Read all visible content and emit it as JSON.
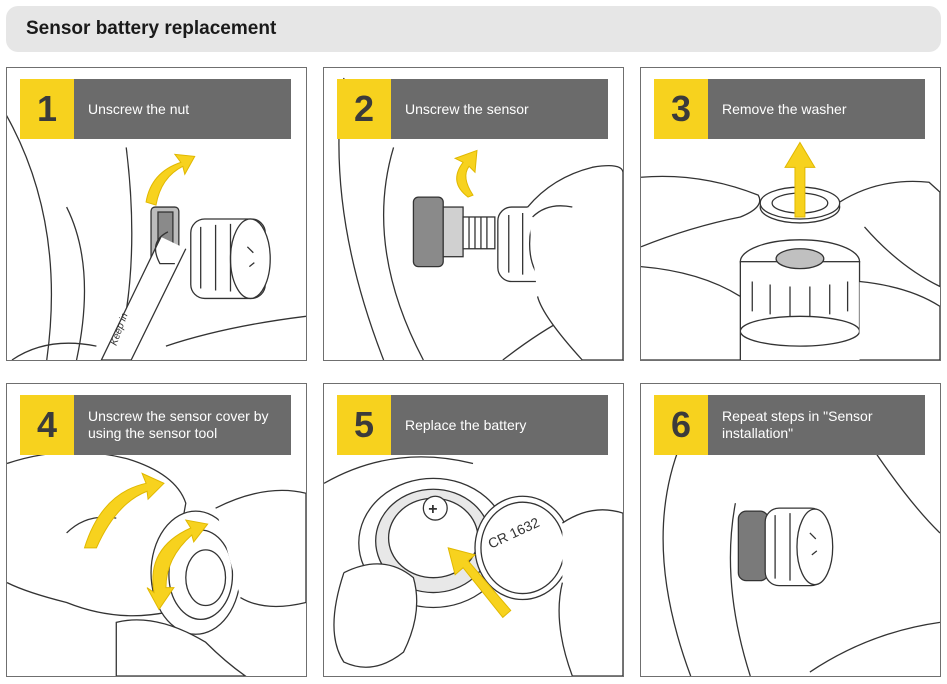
{
  "title": "Sensor battery replacement",
  "steps": [
    {
      "number": "1",
      "text": "Unscrew the nut"
    },
    {
      "number": "2",
      "text": "Unscrew the sensor"
    },
    {
      "number": "3",
      "text": "Remove the washer"
    },
    {
      "number": "4",
      "text": "Unscrew the sensor cover by using the sensor tool"
    },
    {
      "number": "5",
      "text": "Replace the battery"
    },
    {
      "number": "6",
      "text": "Repeat steps in \"Sensor installation\""
    }
  ],
  "art_labels": {
    "wrench_text": "Keep in",
    "battery_text": "CR 1632",
    "plus_sign": "+"
  },
  "colors": {
    "accent_yellow": "#f7d21e",
    "header_gray": "#6b6b6b",
    "line": "#333333"
  }
}
